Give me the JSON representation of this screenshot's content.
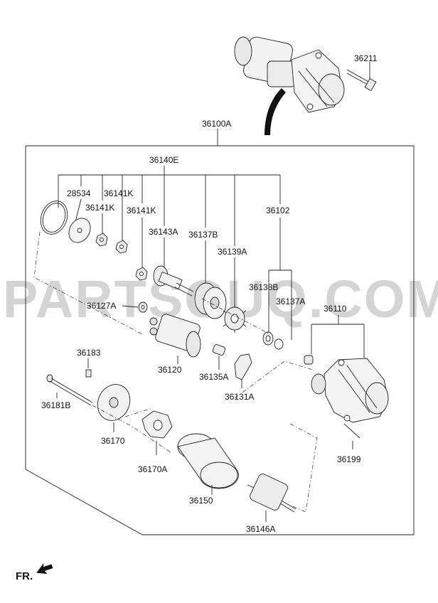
{
  "watermark": "PARTSOUQ.COM",
  "direction_label": "FR.",
  "callouts": {
    "p36211": "36211",
    "p36100A": "36100A",
    "p36140E": "36140E",
    "p28534": "28534",
    "p36141K_a": "36141K",
    "p36141K_b": "36141K",
    "p36141K_c": "36141K",
    "p36143A": "36143A",
    "p36137B": "36137B",
    "p36139A": "36139A",
    "p36102": "36102",
    "p36138B": "36138B",
    "p36137A": "36137A",
    "p36110": "36110",
    "p36127A": "36127A",
    "p36183": "36183",
    "p36120": "36120",
    "p36135A": "36135A",
    "p36131A": "36131A",
    "p36181B": "36181B",
    "p36170": "36170",
    "p36170A": "36170A",
    "p36150": "36150",
    "p36199": "36199",
    "p36146A": "36146A"
  },
  "colors": {
    "ink": "#111111",
    "watermark": "#d4d4d4",
    "part_fill": "#f2f2f2"
  }
}
